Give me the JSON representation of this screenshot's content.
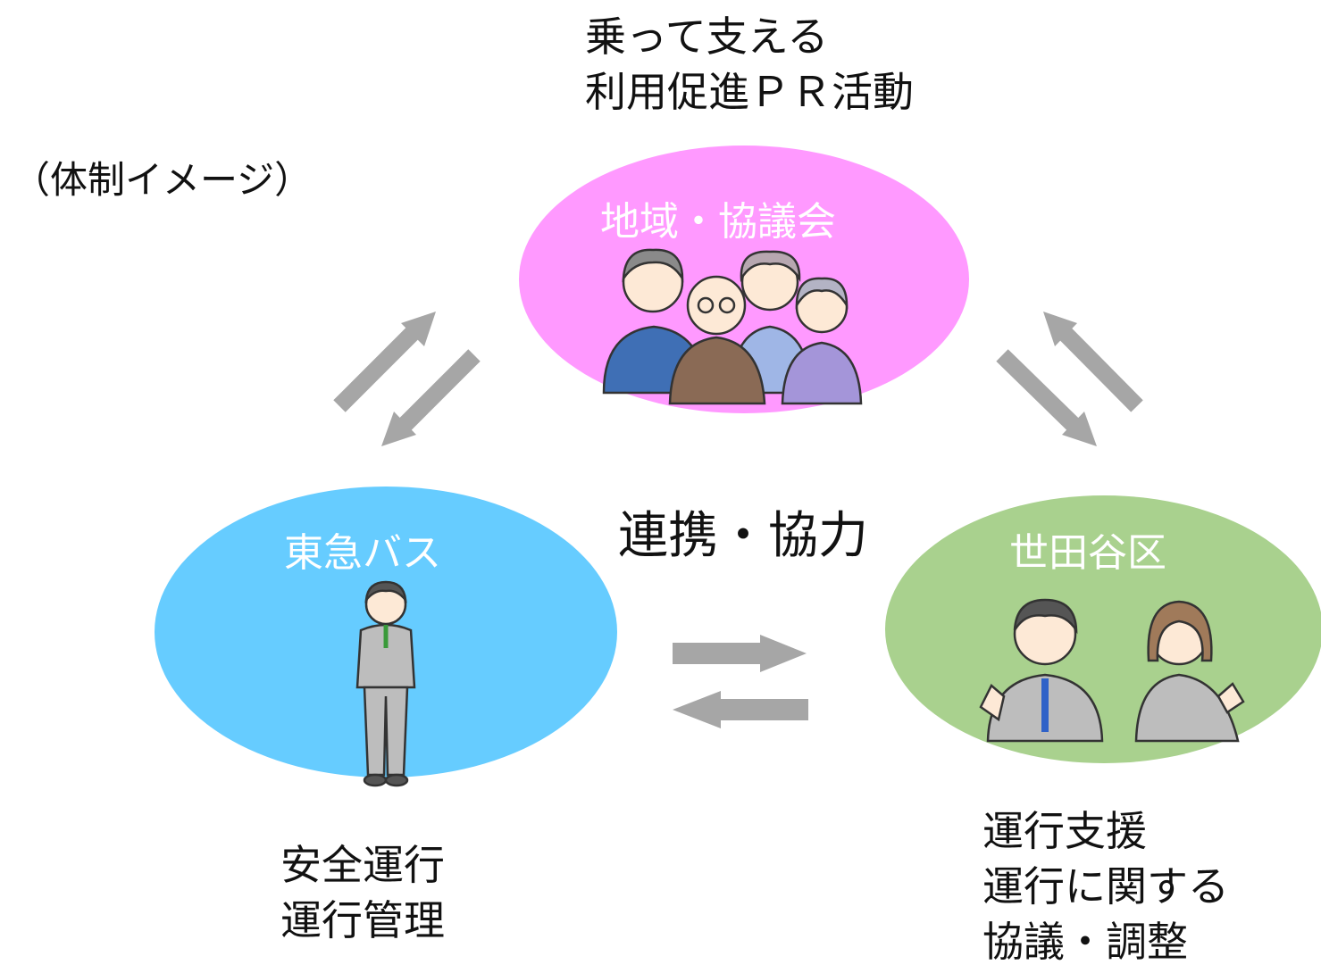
{
  "frame_label": "（体制イメージ）",
  "center_label": "連携・協力",
  "nodes": {
    "community": {
      "label": "地域・協議会",
      "color": "#ff99ff",
      "caption": [
        "乗って支える",
        "利用促進ＰＲ活動"
      ]
    },
    "tokyu_bus": {
      "label": "東急バス",
      "color": "#66ccff",
      "caption": [
        "安全運行",
        "運行管理"
      ]
    },
    "setagaya": {
      "label": "世田谷区",
      "color": "#a9d18e",
      "caption": [
        "運行支援",
        "運行に関する",
        "協議・調整"
      ]
    }
  },
  "arrow_color": "#a6a6a6",
  "illustrations": [
    "elderly-residents-group-icon",
    "bus-staff-man-icon",
    "ward-officials-pair-icon"
  ]
}
